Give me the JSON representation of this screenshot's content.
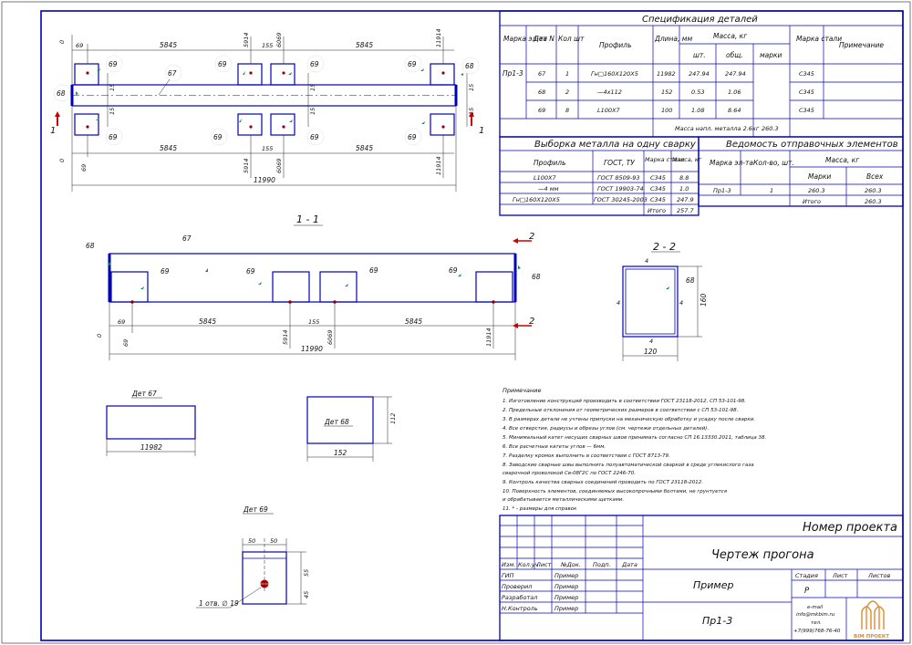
{
  "labels": {
    "bubble_67": "67",
    "bubble_68": "68",
    "bubble_69": "69",
    "d0": "0",
    "d69": "69",
    "d5845": "5845",
    "d5914": "5914",
    "d155": "155",
    "d6069": "6069",
    "d11914": "11914",
    "d11990": "11990",
    "d15": "15",
    "d4": "4",
    "d160": "160",
    "d120": "120",
    "d11982": "11982",
    "d112": "112",
    "d152": "152",
    "d50": "50",
    "d55": "55",
    "d45": "45",
    "sec_1": "1",
    "sec_2": "2",
    "view_11": "1 - 1",
    "view_22": "2 - 2",
    "det67": "Дет 67",
    "det68": "Дет 68",
    "det69": "Дет 69",
    "hole": "1 отв. ∅ 19"
  },
  "spec": {
    "title": "Спецификация деталей",
    "h_marka": "Марка эл-та",
    "h_det": "Дет N",
    "h_kol": "Кол шт",
    "h_profile": "Профиль",
    "h_len": "Длина, мм",
    "h_mass": "Масса, кг",
    "h_sht": "шт.",
    "h_obsh": "общ.",
    "h_marki": "марки",
    "h_steel": "Марка стали",
    "h_note": "Примечание",
    "element": "Пр1-3",
    "rows": [
      {
        "det": "67",
        "kol": "1",
        "profile": "Гн□160Х120Х5",
        "len": "11982",
        "sht": "247.94",
        "obsh": "247.94",
        "steel": "С345"
      },
      {
        "det": "68",
        "kol": "2",
        "profile": "—4х112",
        "len": "152",
        "sht": "0.53",
        "obsh": "1.06",
        "steel": "С345"
      },
      {
        "det": "69",
        "kol": "8",
        "profile": "L100X7",
        "len": "100",
        "sht": "1.08",
        "obsh": "8.64",
        "steel": "С345"
      }
    ],
    "weld_label": "Масса напл. металла 2.6кг",
    "weld_value": "260.3"
  },
  "metal": {
    "title": "Выборка металла на одну сварку",
    "h_profile": "Профиль",
    "h_gost": "ГОСТ, ТУ",
    "h_steel": "Марка стали",
    "h_mass": "Масса, кг",
    "rows": [
      {
        "profile": "L100X7",
        "gost": "ГОСТ 8509-93",
        "steel": "С345",
        "mass": "8.8"
      },
      {
        "profile": "—4 мм",
        "gost": "ГОСТ 19903-74",
        "steel": "С345",
        "mass": "1.0"
      },
      {
        "profile": "Гн□160Х120Х5",
        "gost": "ГОСТ 30245-2003",
        "steel": "С345",
        "mass": "247.9"
      }
    ],
    "total_label": "Итого",
    "total_value": "257.7"
  },
  "ship": {
    "title": "Ведомость отправочных элементов",
    "h_marka": "Марка эл-та",
    "h_kol": "Кол-во, шт.",
    "h_mass": "Масса, кг",
    "h_marki": "Марки",
    "h_vseh": "Всех",
    "row": {
      "marka": "Пр1-3",
      "kol": "1",
      "marki": "260.3",
      "vseh": "260.3"
    },
    "total_label": "Итого",
    "total_value": "260.3"
  },
  "notes": {
    "title": "Примечание",
    "lines": [
      "1. Изготовление конструкций производить в соответствии ГОСТ 23118-2012, СП 53-101-98.",
      "2. Предельные отклонения от геометрических размеров в соответствии с СП 53-101-98.",
      "3. В размерах детали не учтены припуски на механическую обработку и усадку после сварки.",
      "4. Все отверстия, радиусы и обрезы углов (см. чертежи отдельных деталей).",
      "5. Минимальный катет несущих сварных швов принимать согласно СП 16.13330.2011, таблица 38.",
      "6. Все расчетные катеты углов — 6мм.",
      "7. Разделку кромок выполнить в соответствии с ГОСТ 8713-79.",
      "8. Заводские сварные швы выполнить полуавтоматической сваркой в среде углекислого газа",
      "    сварочной проволокой Св-08Г2С по ГОСТ 2246-70.",
      "9. Контроль качества сварных соединений проводить по ГОСТ 23118-2012.",
      "10. Поверхность элементов, соединяемых высокопрочными болтами, не грунтуется",
      "    и обрабатывается металлическими щетками.",
      "11. * - размеры для справок"
    ]
  },
  "stamp": {
    "project": "Номер проекта",
    "drawing": "Чертеж прогона",
    "example": "Пример",
    "mark": "Пр1-3",
    "h_izm": "Изм.",
    "h_koluch": "Кол.уч",
    "h_list": "Лист",
    "h_doc": "№Док.",
    "h_podp": "Подп.",
    "h_date": "Дата",
    "roles": [
      {
        "role": "ГИП",
        "name": "Пример"
      },
      {
        "role": "Проверил",
        "name": "Пример"
      },
      {
        "role": "Разработал",
        "name": "Пример"
      },
      {
        "role": "Н.Контроль",
        "name": "Пример"
      }
    ],
    "h_stage": "Стадия",
    "h_sheet": "Лист",
    "h_sheets": "Листов",
    "stage": "Р",
    "email_l": "e-mail",
    "email": "info@mkbim.ru",
    "tel_l": "тел.",
    "tel": "+7(999)768-76-40",
    "logo": "BIM ПРОЕКТ"
  },
  "colors": {
    "line": "#0000bb",
    "mark": "#009944",
    "dot": "#990000",
    "arrow": "#cc0000"
  }
}
